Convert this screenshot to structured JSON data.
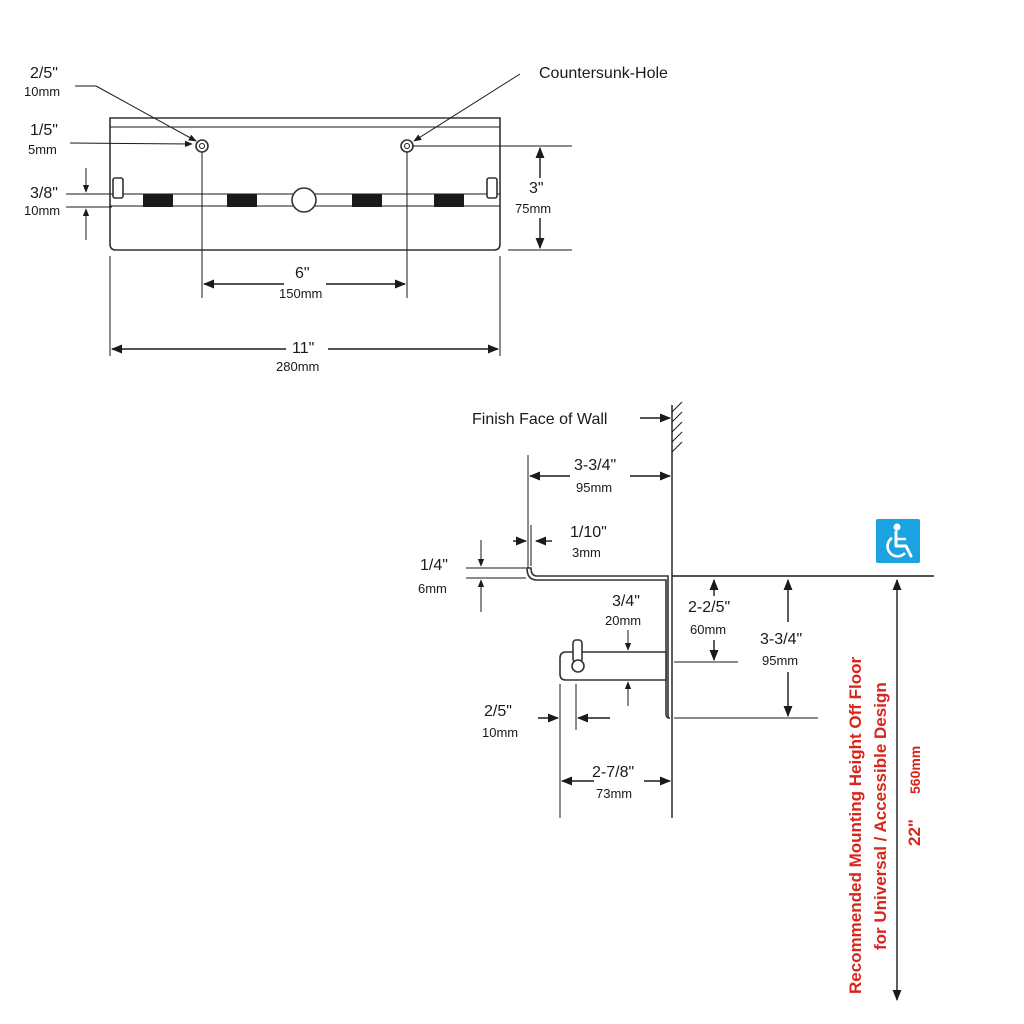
{
  "front_view": {
    "dims": {
      "hole_dia_in": "2/5\"",
      "hole_dia_mm": "10mm",
      "hole_offset_in": "1/5\"",
      "hole_offset_mm": "5mm",
      "slot_h_in": "3/8\"",
      "slot_h_mm": "10mm",
      "height_in": "3\"",
      "height_mm": "75mm",
      "hole_spacing_in": "6\"",
      "hole_spacing_mm": "150mm",
      "width_in": "11\"",
      "width_mm": "280mm"
    },
    "callout": "Countersunk-Hole"
  },
  "side_view": {
    "wall_label": "Finish Face of Wall",
    "dims": {
      "depth_in": "3-3/4\"",
      "depth_mm": "95mm",
      "thick_in": "1/10\"",
      "thick_mm": "3mm",
      "lip_in": "1/4\"",
      "lip_mm": "6mm",
      "arm_in": "3/4\"",
      "arm_mm": "20mm",
      "drop_in": "2-2/5\"",
      "drop_mm": "60mm",
      "total_drop_in": "3-3/4\"",
      "total_drop_mm": "95mm",
      "pin_in": "2/5\"",
      "pin_mm": "10mm",
      "proj_in": "2-7/8\"",
      "proj_mm": "73mm"
    }
  },
  "mounting": {
    "line1": "Recommended Mounting Height Off Floor",
    "line2": "for Universal / Accessible Design",
    "height_in": "22\"",
    "height_mm": "560mm",
    "accent": "#d9261c",
    "icon": "wheelchair-accessibility-icon",
    "icon_color": "#1aa3e0"
  }
}
